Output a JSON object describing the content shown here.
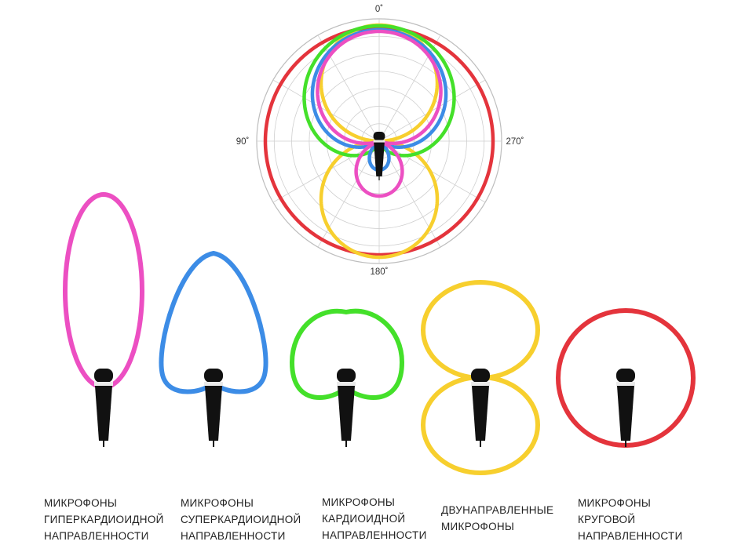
{
  "polar_chart": {
    "angle_labels": {
      "top": "0˚",
      "left": "90˚",
      "right": "270˚",
      "bottom": "180˚"
    }
  },
  "colors": {
    "hypercardioid": "#ec4fc2",
    "supercardioid": "#3c8ce6",
    "cardioid": "#44e02a",
    "bidirectional": "#f7cf2e",
    "omnidirectional": "#e4343c",
    "grid": "#cfcfcf",
    "microphone": "#111111"
  },
  "microphones": [
    {
      "pattern": "hypercardioid",
      "icon": "hypercardioid-pattern-icon",
      "caption": [
        "МИКРОФОНЫ",
        "ГИПЕРКАРДИОИДНОЙ",
        "НАПРАВЛЕННОСТИ"
      ]
    },
    {
      "pattern": "supercardioid",
      "icon": "supercardioid-pattern-icon",
      "caption": [
        "МИКРОФОНЫ",
        "СУПЕРКАРДИОИДНОЙ",
        "НАПРАВЛЕННОСТИ"
      ]
    },
    {
      "pattern": "cardioid",
      "icon": "cardioid-pattern-icon",
      "caption": [
        "МИКРОФОНЫ",
        "КАРДИОИДНОЙ",
        "НАПРАВЛЕННОСТИ"
      ]
    },
    {
      "pattern": "bidirectional",
      "icon": "figure-eight-pattern-icon",
      "caption": [
        "ДВУНАПРАВЛЕННЫЕ",
        "МИКРОФОНЫ"
      ]
    },
    {
      "pattern": "omnidirectional",
      "icon": "omni-pattern-icon",
      "caption": [
        "МИКРОФОНЫ",
        "КРУГОВОЙ",
        "НАПРАВЛЕННОСТИ"
      ]
    }
  ]
}
